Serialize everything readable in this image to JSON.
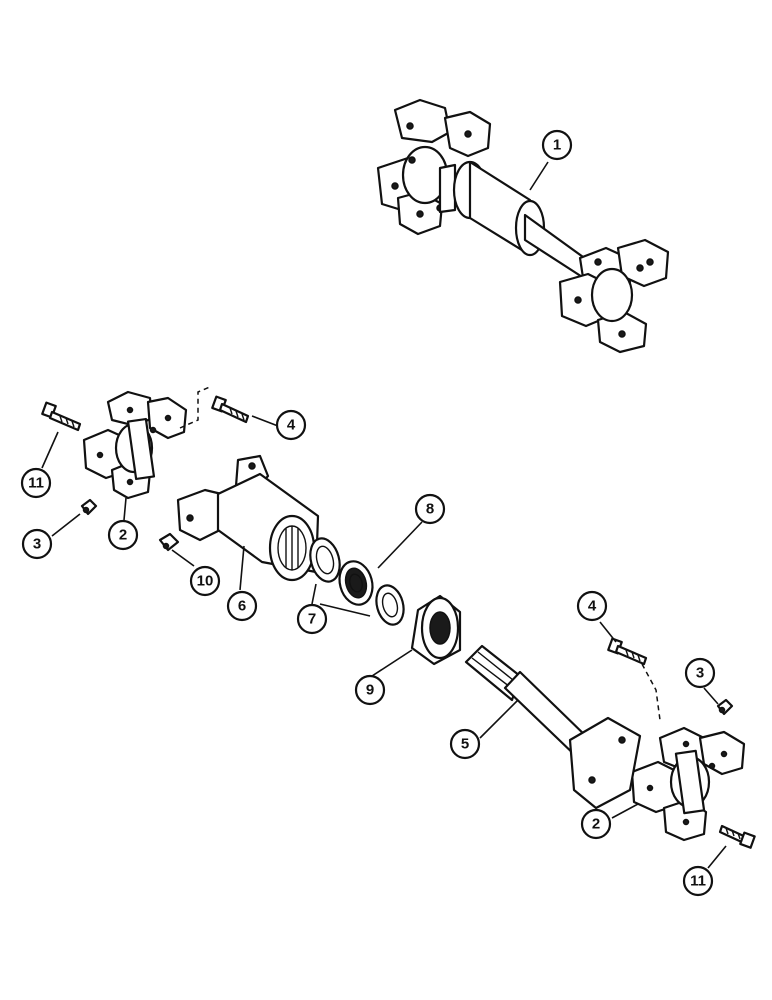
{
  "callouts": {
    "c1": "1",
    "c2a": "2",
    "c2b": "2",
    "c3a": "3",
    "c3b": "3",
    "c4a": "4",
    "c4b": "4",
    "c5": "5",
    "c6": "6",
    "c7": "7",
    "c8": "8",
    "c9": "9",
    "c10": "10",
    "c11a": "11",
    "c11b": "11"
  }
}
